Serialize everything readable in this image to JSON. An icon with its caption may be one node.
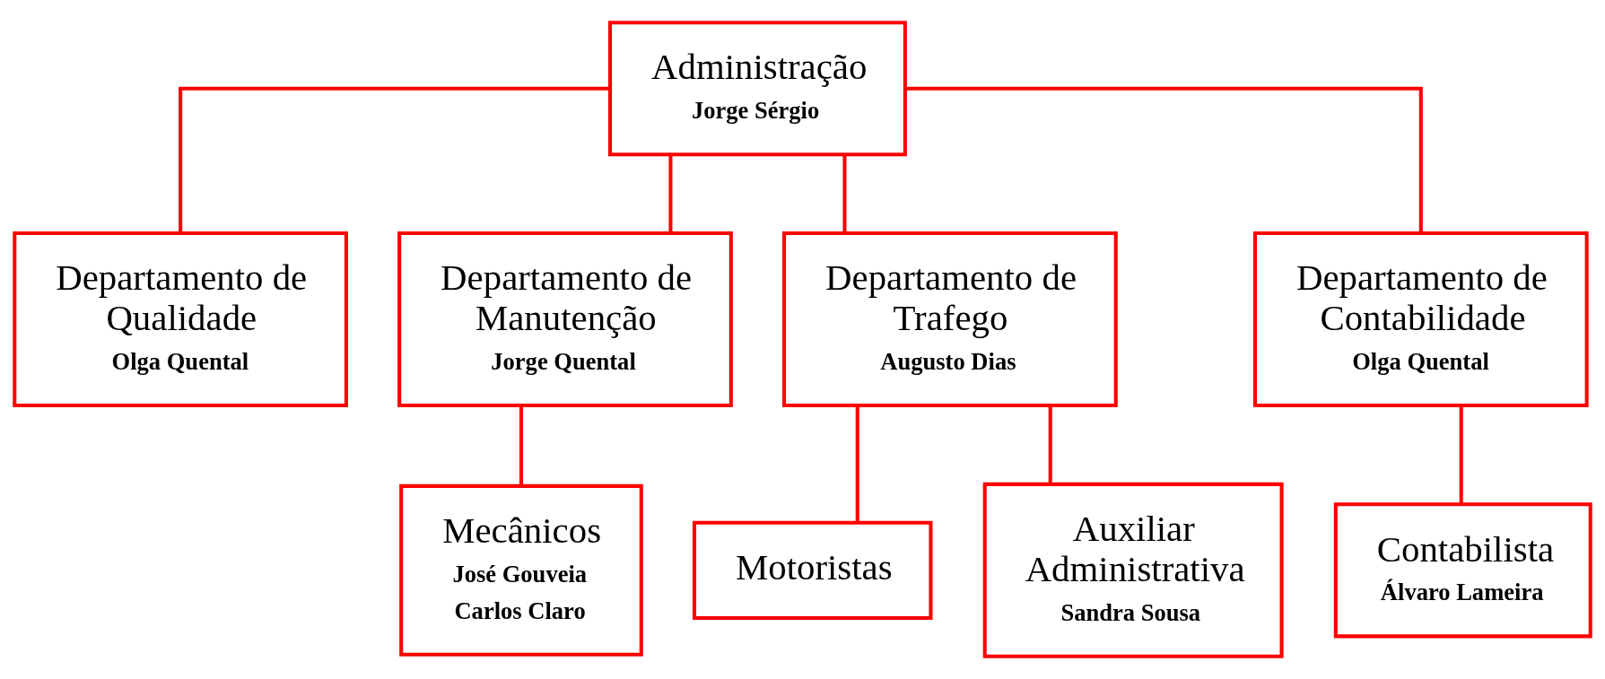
{
  "diagram": {
    "nodes": [
      {
        "text": [
          "Administração",
          "Jorge Sérgio"
        ]
      },
      {
        "text": [
          "Departamento de Qualidade",
          "Olga Quental"
        ]
      },
      {
        "text": [
          "Departamento de Manutenção",
          "Jorge Quental"
        ]
      },
      {
        "text": [
          "Departamento de Trafego",
          "Augusto Dias"
        ]
      },
      {
        "text": [
          "Departamento de Contabilidade",
          "Olga Quental"
        ]
      },
      {
        "text": [
          "Mecânicos",
          "José Gouveia",
          "Carlos Claro"
        ]
      },
      {
        "text": [
          "Motoristas"
        ]
      },
      {
        "text": [
          "Auxiliar Administrativa",
          "Sandra Sousa"
        ]
      },
      {
        "text": [
          "Contabilista",
          "Álvaro Lameira"
        ]
      }
    ],
    "edges": [
      {
        "from": 0,
        "to": 1,
        "arrow": "none"
      },
      {
        "from": 0,
        "to": 2,
        "arrow": "none"
      },
      {
        "from": 0,
        "to": 3,
        "arrow": "none"
      },
      {
        "from": 0,
        "to": 4,
        "arrow": "none"
      },
      {
        "from": 2,
        "to": 5,
        "arrow": "none"
      },
      {
        "from": 3,
        "to": 6,
        "arrow": "none"
      },
      {
        "from": 3,
        "to": 7,
        "arrow": "none"
      },
      {
        "from": 4,
        "to": 8,
        "arrow": "none"
      }
    ]
  }
}
